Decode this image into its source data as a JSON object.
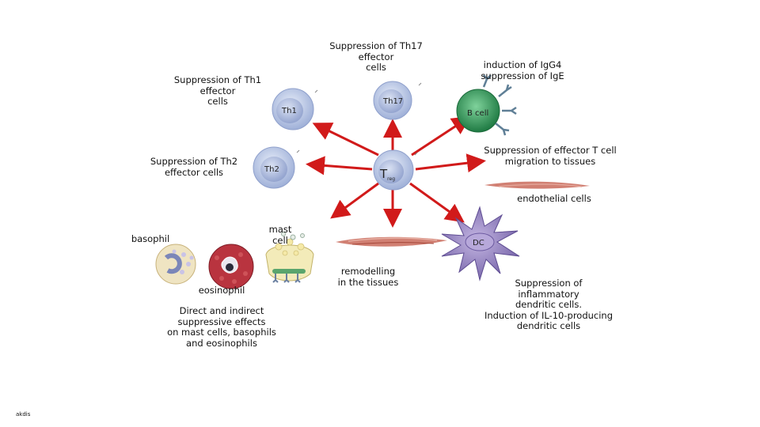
{
  "labels": {
    "th17_effect": "Suppression of Th17\neffector\ncells",
    "igg4": "induction of IgG4\nsuppression of IgE",
    "th1_effect": "Suppression of Th1\neffector\ncells",
    "th2_effect": "Suppression of Th2\neffector cells",
    "migration": "Suppression of  effector T cell\nmigration to tissues",
    "endothelial": "endothelial cells",
    "mast": "mast\ncell",
    "basophil": "basophil",
    "eosinophil": "eosinophil",
    "direct": "Direct and indirect\nsuppressive effects\non mast cells, basophils\nand eosinophils",
    "remodelling": "remodelling\nin the tissues",
    "dc_effect": "Suppression of\ninflammatory\ndendritic cells.\nInduction of IL-10-producing\ndendritic cells",
    "footer": "akdis"
  },
  "cells": {
    "th1": "Th1",
    "th17": "Th17",
    "th2": "Th2",
    "treg": "T",
    "treg_sub": "reg",
    "bcell": "B cell",
    "dc": "DC"
  },
  "colors": {
    "arrow": "#d11a1a",
    "tcell": "#b9c7e6",
    "tcell_nucleus": "#7f93c4",
    "bcell": "#2f9a5a",
    "dc": "#8a78b8",
    "tissue": "#c96a5a"
  }
}
